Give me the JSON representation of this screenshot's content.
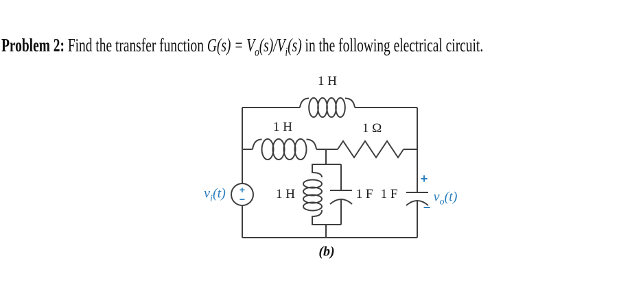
{
  "title": {
    "problem_label": "Problem 2:",
    "text_before": " Find the transfer function ",
    "math_prefix": "G(s) = V",
    "sub_o": "o",
    "math_mid": "(s)/V",
    "sub_i": "i",
    "math_suffix": "(s)",
    "text_after": " in the following electrical circuit."
  },
  "circuit": {
    "labels": {
      "inductor_top": "1 H",
      "inductor_mid": "1 H",
      "inductor_shunt": "1 H",
      "resistor": "1 Ω",
      "capacitor_shunt": "1 F",
      "capacitor_output": "1 F"
    },
    "source": {
      "name": "v",
      "sub": "i",
      "args": "(t)",
      "plus": "+",
      "minus": "−"
    },
    "output": {
      "name": "v",
      "sub": "o",
      "args": "(t)",
      "plus": "+",
      "minus": "−"
    },
    "caption": "(b)",
    "colors": {
      "wire": "#3e3e3e",
      "accent_blue": "#2a7fbe",
      "text": "#1c1c1c"
    }
  }
}
